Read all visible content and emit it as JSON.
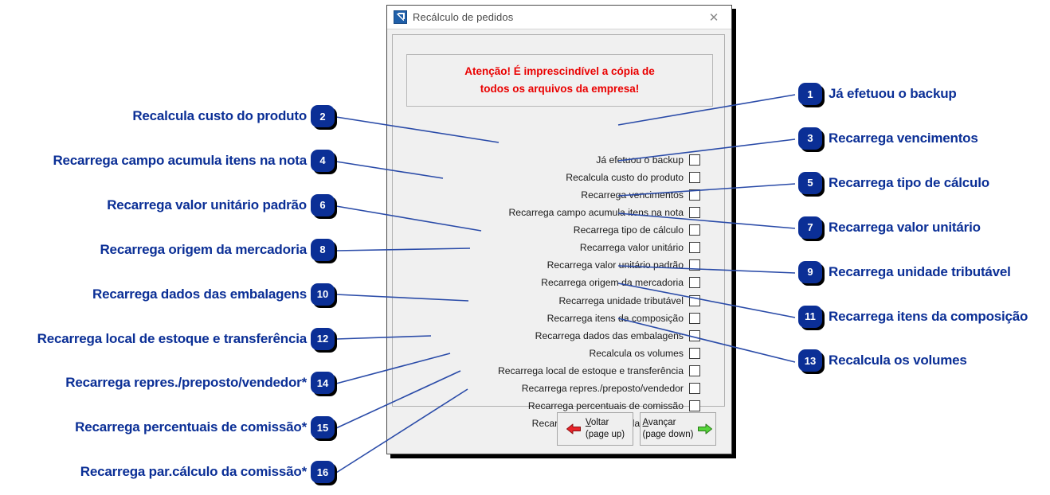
{
  "window": {
    "title": "Recálculo de pedidos",
    "icon": "app-arrow-icon",
    "close_label": "✕"
  },
  "warning": {
    "line1": "Atenção! É imprescindível a cópia de",
    "line2": "todos os arquivos da empresa!",
    "color": "#ea0000"
  },
  "checklist": [
    {
      "label": "Já efetuou o backup",
      "checked": false
    },
    {
      "label": "Recalcula custo do produto",
      "checked": false
    },
    {
      "label": "Recarrega vencimentos",
      "checked": false
    },
    {
      "label": "Recarrega campo acumula itens na nota",
      "checked": false
    },
    {
      "label": "Recarrega tipo de cálculo",
      "checked": false
    },
    {
      "label": "Recarrega valor unitário",
      "checked": false
    },
    {
      "label": "Recarrega valor unitário padrão",
      "checked": false
    },
    {
      "label": "Recarrega origem da mercadoria",
      "checked": false
    },
    {
      "label": "Recarrega unidade tributável",
      "checked": false
    },
    {
      "label": "Recarrega itens da composição",
      "checked": false
    },
    {
      "label": "Recarrega dados das embalagens",
      "checked": false
    },
    {
      "label": "Recalcula os volumes",
      "checked": false
    },
    {
      "label": "Recarrega local de estoque e transferência",
      "checked": false
    },
    {
      "label": "Recarrega repres./preposto/vendedor",
      "checked": false
    },
    {
      "label": "Recarrega percentuais de comissão",
      "checked": false
    },
    {
      "label": "Recarrega par.cálculo da comissão",
      "checked": false
    }
  ],
  "buttons": {
    "back": {
      "accel": "V",
      "rest": "oltar",
      "hint": "(page up)",
      "arrow": "arrow-left-red-icon"
    },
    "next": {
      "accel": "A",
      "rest": "vançar",
      "hint": "(page down)",
      "arrow": "arrow-right-green-icon"
    }
  },
  "annotations": {
    "accent": "#0b2f96",
    "left": [
      {
        "num": "2",
        "label": "Recalcula custo do produto"
      },
      {
        "num": "4",
        "label": "Recarrega campo acumula itens na nota"
      },
      {
        "num": "6",
        "label": "Recarrega valor unitário padrão"
      },
      {
        "num": "8",
        "label": "Recarrega origem da mercadoria"
      },
      {
        "num": "10",
        "label": "Recarrega dados das embalagens"
      },
      {
        "num": "12",
        "label": "Recarrega local de estoque e transferência"
      },
      {
        "num": "14",
        "label": "Recarrega repres./preposto/vendedor*"
      },
      {
        "num": "15",
        "label": "Recarrega percentuais de comissão*"
      },
      {
        "num": "16",
        "label": "Recarrega par.cálculo da comissão*"
      }
    ],
    "right": [
      {
        "num": "1",
        "label": "Já efetuou o backup"
      },
      {
        "num": "3",
        "label": "Recarrega vencimentos"
      },
      {
        "num": "5",
        "label": "Recarrega tipo de cálculo"
      },
      {
        "num": "7",
        "label": "Recarrega valor unitário"
      },
      {
        "num": "9",
        "label": "Recarrega unidade tributável"
      },
      {
        "num": "11",
        "label": "Recarrega itens da composição"
      },
      {
        "num": "13",
        "label": "Recalcula os volumes"
      }
    ]
  }
}
